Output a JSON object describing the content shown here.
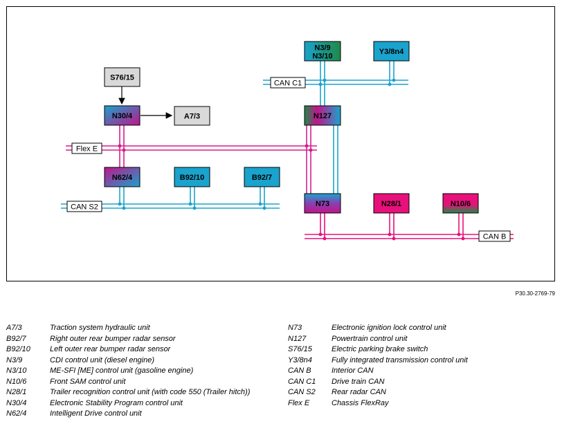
{
  "figure_id": "P30.30-2769-79",
  "colors": {
    "can_blue": "#1aa3cc",
    "flex_magenta": "#d81b8c",
    "can_b_pink": "#e8107a",
    "gray_box": "#d9d9d9"
  },
  "units": {
    "S76_15": "S76/15",
    "N30_4": "N30/4",
    "A7_3": "A7/3",
    "N62_4": "N62/4",
    "B92_10": "B92/10",
    "B92_7": "B92/7",
    "N3_9": "N3/9",
    "N3_10": "N3/10",
    "Y3_8n4": "Y3/8n4",
    "N127": "N127",
    "N73": "N73",
    "N28_1": "N28/1",
    "N10_6": "N10/6"
  },
  "buses": {
    "flex_e": "Flex E",
    "can_s2": "CAN S2",
    "can_c1": "CAN C1",
    "can_b": "CAN B"
  },
  "legend_left": [
    {
      "code": "A7/3",
      "desc": "Traction system hydraulic unit"
    },
    {
      "code": "B92/7",
      "desc": "Right outer rear bumper radar sensor"
    },
    {
      "code": "B92/10",
      "desc": "Left outer rear bumper radar sensor"
    },
    {
      "code": "N3/9",
      "desc": "CDI control unit (diesel engine)"
    },
    {
      "code": "N3/10",
      "desc": "ME-SFI [ME] control unit (gasoline engine)"
    },
    {
      "code": "N10/6",
      "desc": "Front SAM control unit"
    },
    {
      "code": "N28/1",
      "desc": "Trailer recognition control unit (with code 550 (Trailer hitch))"
    },
    {
      "code": "N30/4",
      "desc": "Electronic Stability Program control unit"
    },
    {
      "code": "N62/4",
      "desc": "Intelligent Drive control unit"
    }
  ],
  "legend_right": [
    {
      "code": "N73",
      "desc": "Electronic ignition lock control unit"
    },
    {
      "code": "N127",
      "desc": "Powertrain control unit"
    },
    {
      "code": "S76/15",
      "desc": "Electric parking brake switch"
    },
    {
      "code": "Y3/8n4",
      "desc": "Fully integrated transmission control unit"
    },
    {
      "code": "CAN B",
      "desc": "Interior CAN"
    },
    {
      "code": "CAN C1",
      "desc": "Drive train CAN"
    },
    {
      "code": "CAN S2",
      "desc": "Rear radar CAN"
    },
    {
      "code": "Flex E",
      "desc": "Chassis FlexRay"
    }
  ]
}
